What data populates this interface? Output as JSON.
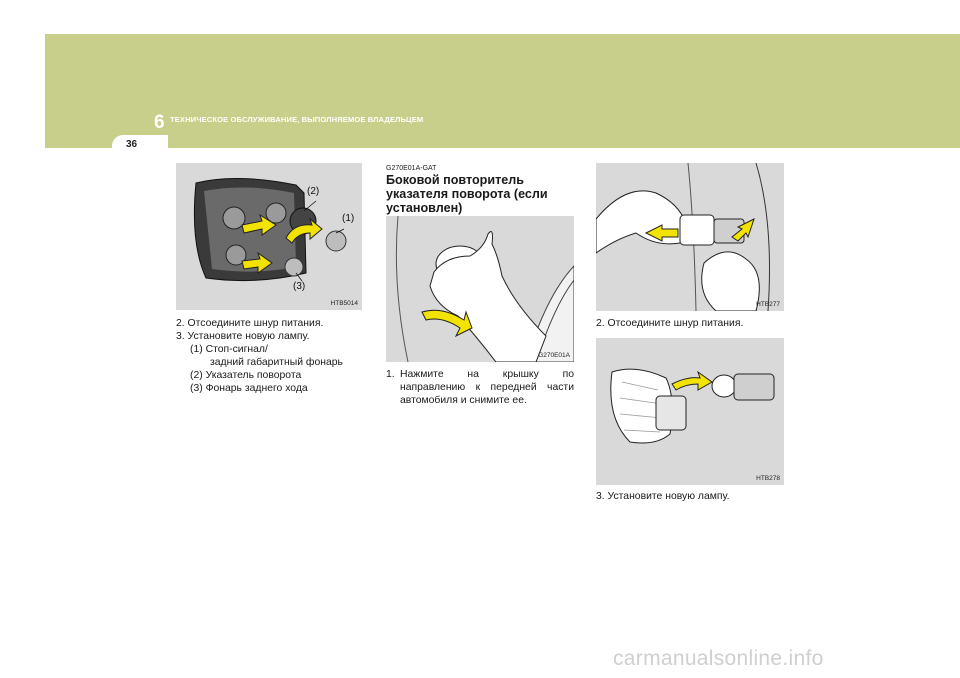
{
  "header": {
    "chapter_number": "6",
    "chapter_title": "ТЕХНИЧЕСКОЕ ОБСЛУЖИВАНИЕ, ВЫПОЛНЯЕМОЕ ВЛАДЕЛЬЦЕМ",
    "page_number": "36"
  },
  "figures": {
    "rear_lamp": {
      "code": "HTB5014",
      "callouts": [
        "(2)",
        "(1)",
        "(3)"
      ]
    },
    "side_cover": {
      "code": "G270E01A"
    },
    "side_unplug": {
      "code": "HTB277"
    },
    "side_bulb": {
      "code": "HTB278"
    }
  },
  "left_column": {
    "step2": "2. Отсоедините шнур питания.",
    "step3": "3. Установите новую лампу.",
    "item1_line1": "(1) Стоп-сигнал/",
    "item1_line2": "задний габаритный фонарь",
    "item2": "(2) Указатель поворота",
    "item3": "(3) Фонарь заднего хода"
  },
  "middle_column": {
    "section_code": "G270E01A-GAT",
    "section_title": "Боковой повторитель указателя поворота (если установлен)",
    "step1_number": "1.",
    "step1_line1": "Нажмите на крышку по",
    "step1_line2": "направлению к передней части",
    "step1_line3": "автомобиля и снимите ее."
  },
  "right_column": {
    "step2": "2. Отсоедините шнур питания.",
    "step3": "3. Установите новую лампу."
  },
  "colors": {
    "header_band": "#c7cf8a",
    "figure_bg": "#d9d9d9",
    "arrow_yellow": "#f3e300"
  },
  "watermark": "carmanualsonline.info"
}
